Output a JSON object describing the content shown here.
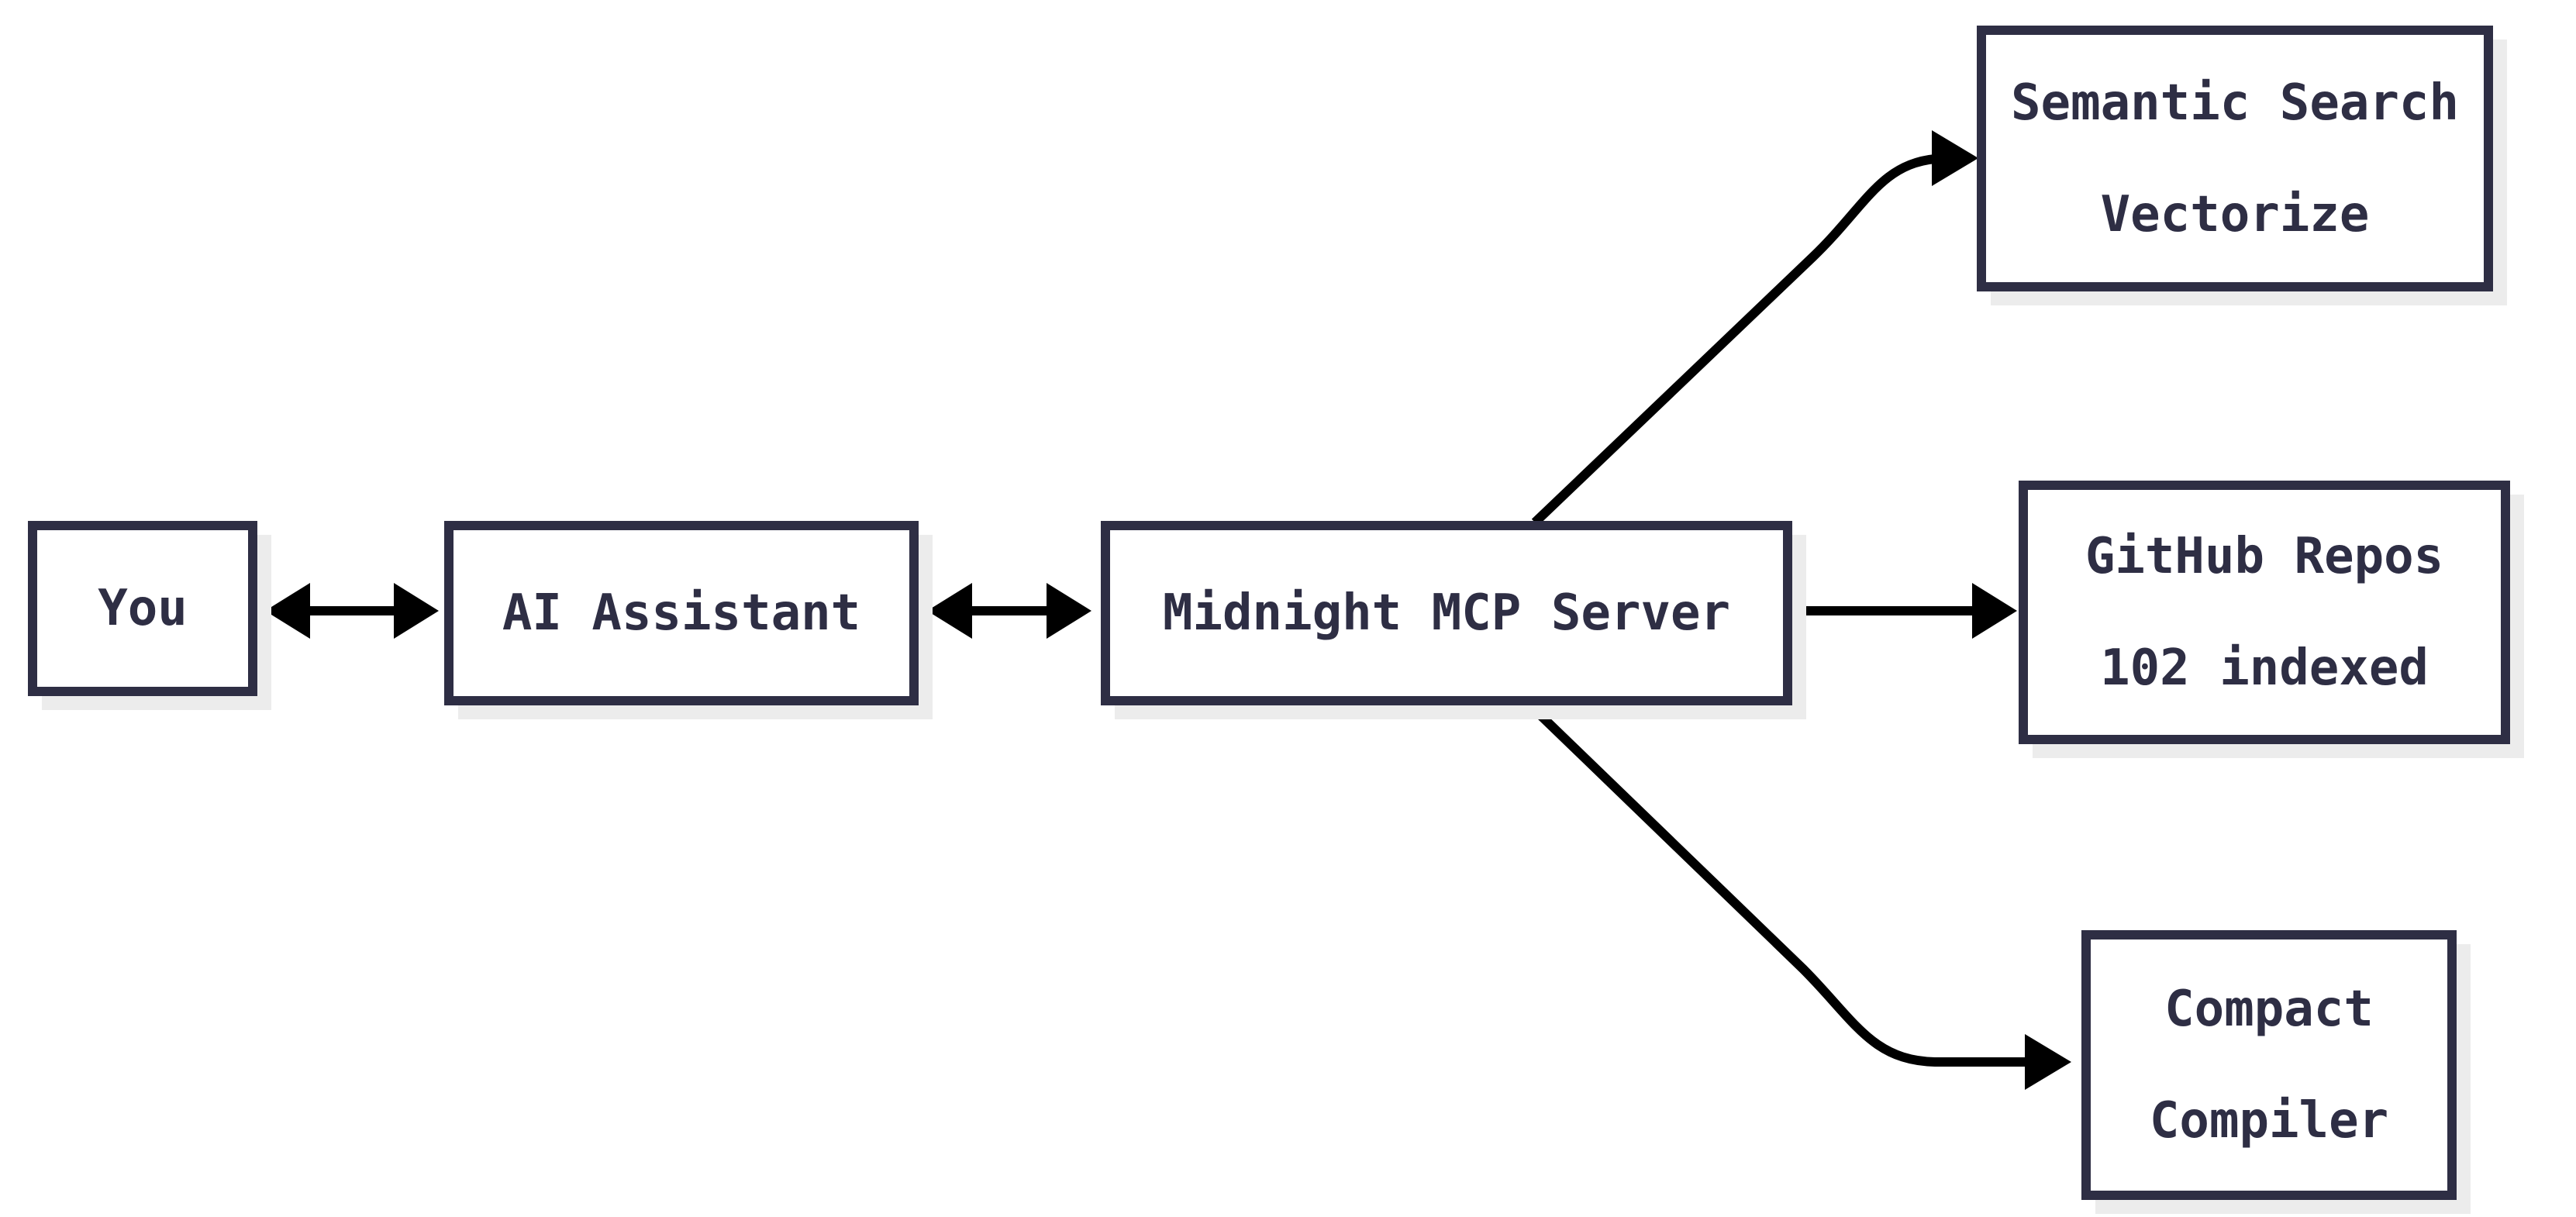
{
  "diagram": {
    "type": "architecture-flow",
    "background_color": "#ffffff",
    "box_border_color": "#2e2e44",
    "box_fill_color": "#ffffff",
    "box_shadow_color": "#ececec",
    "text_color": "#2e2e44",
    "arrow_color": "#000000",
    "nodes": {
      "you": {
        "label": "You"
      },
      "ai_assistant": {
        "label": "AI Assistant"
      },
      "mcp_server": {
        "label": "Midnight MCP Server"
      },
      "semantic_search": {
        "line1": "Semantic Search",
        "line2": "Vectorize"
      },
      "github_repos": {
        "line1": "GitHub Repos",
        "line2": "102 indexed"
      },
      "compact_compiler": {
        "line1": "Compact",
        "line2": "Compiler"
      }
    },
    "edges": [
      {
        "id": "you-ai",
        "from": "You",
        "to": "AI Assistant",
        "direction": "bidirectional"
      },
      {
        "id": "ai-mcp",
        "from": "AI Assistant",
        "to": "Midnight MCP Server",
        "direction": "bidirectional"
      },
      {
        "id": "mcp-semantic",
        "from": "Midnight MCP Server",
        "to": "Semantic Search Vectorize",
        "direction": "forward"
      },
      {
        "id": "mcp-github",
        "from": "Midnight MCP Server",
        "to": "GitHub Repos 102 indexed",
        "direction": "forward"
      },
      {
        "id": "mcp-compact",
        "from": "Midnight MCP Server",
        "to": "Compact Compiler",
        "direction": "forward"
      }
    ]
  }
}
